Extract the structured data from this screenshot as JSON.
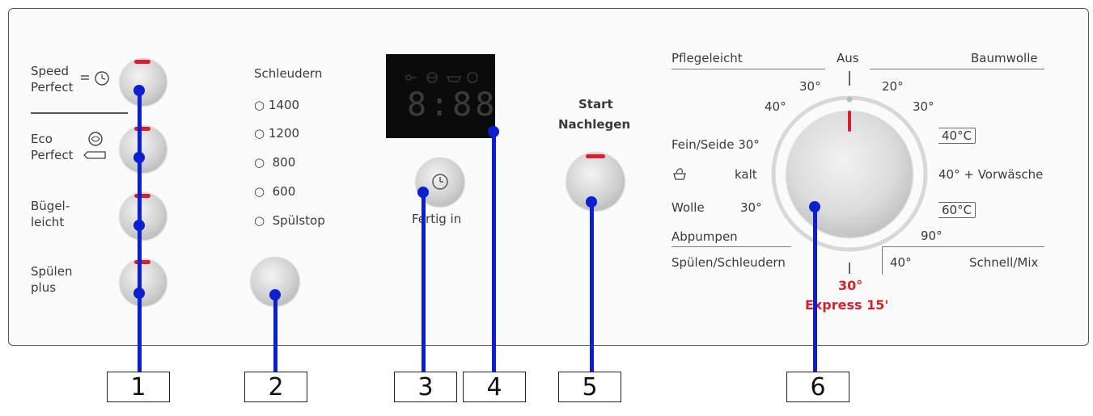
{
  "left_buttons": [
    {
      "line1": "Speed",
      "line2": "Perfect"
    },
    {
      "line1": "Eco",
      "line2": "Perfect"
    },
    {
      "line1": "Bügel-",
      "line2": "leicht"
    },
    {
      "line1": "Spülen",
      "line2": "plus"
    }
  ],
  "spin": {
    "title": "Schleudern",
    "options": [
      "1400",
      "1200",
      "800",
      "600",
      "Spülstop"
    ]
  },
  "display": {
    "digits": "8:88"
  },
  "timer": {
    "label": "Fertig in"
  },
  "start": {
    "line1": "Start",
    "line2": "Nachlegen"
  },
  "dial": {
    "top_left": "Pflegeleicht",
    "top_center": "Aus",
    "top_right": "Baumwolle",
    "temp_30_left": "30°",
    "temp_40_left": "40°",
    "temp_20_right": "20°",
    "temp_30_right": "30°",
    "temp_40c": "40°C",
    "fein_seide": "Fein/Seide 30°",
    "kalt": "kalt",
    "vorwaesche": "40° + Vorwäsche",
    "wolle": "Wolle",
    "wolle_temp": "30°",
    "temp_60c": "60°C",
    "temp_90": "90°",
    "abpumpen": "Abpumpen",
    "spuelen_schleudern": "Spülen/Schleudern",
    "temp_40_bottom": "40°",
    "schnell_mix": "Schnell/Mix",
    "express_temp": "30°",
    "express_label": "Express 15'"
  },
  "callouts": [
    "1",
    "2",
    "3",
    "4",
    "5",
    "6"
  ],
  "colors": {
    "accent_red": "#d8202a",
    "callout_blue": "#0a1fd0"
  }
}
